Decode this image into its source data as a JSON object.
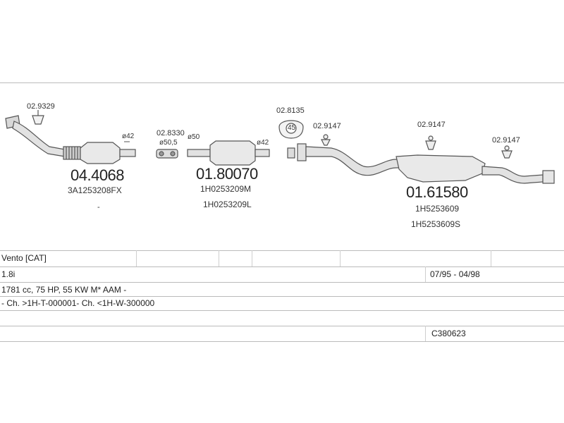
{
  "parts": {
    "p1": {
      "code": "04.4068",
      "oem": "3A1253208FX",
      "clamp": "02.9329",
      "diameter": "ø42",
      "dash": "-"
    },
    "p2": {
      "code": "01.80070",
      "oem1": "1H0253209M",
      "oem2": "1H0253209L",
      "clamp": "02.8330",
      "diameter_a": "ø50,5",
      "diameter_b": "ø50",
      "diameter_c": "ø42"
    },
    "p3": {
      "code": "01.61580",
      "oem1": "1H5253609",
      "oem2": "1H5253609S",
      "ring": "02.8135",
      "ring_num": "45",
      "hanger1": "02.9147",
      "hanger2": "02.9147",
      "hanger3": "02.9147"
    }
  },
  "table": {
    "model": "Vento  [CAT]",
    "engine": "1.8i",
    "years": "07/95 - 04/98",
    "spec": "1781 cc, 75 HP, 55 KW M* AAM -",
    "chassis": "- Ch. >1H-T-000001- Ch. <1H-W-300000",
    "code": "C380623"
  }
}
